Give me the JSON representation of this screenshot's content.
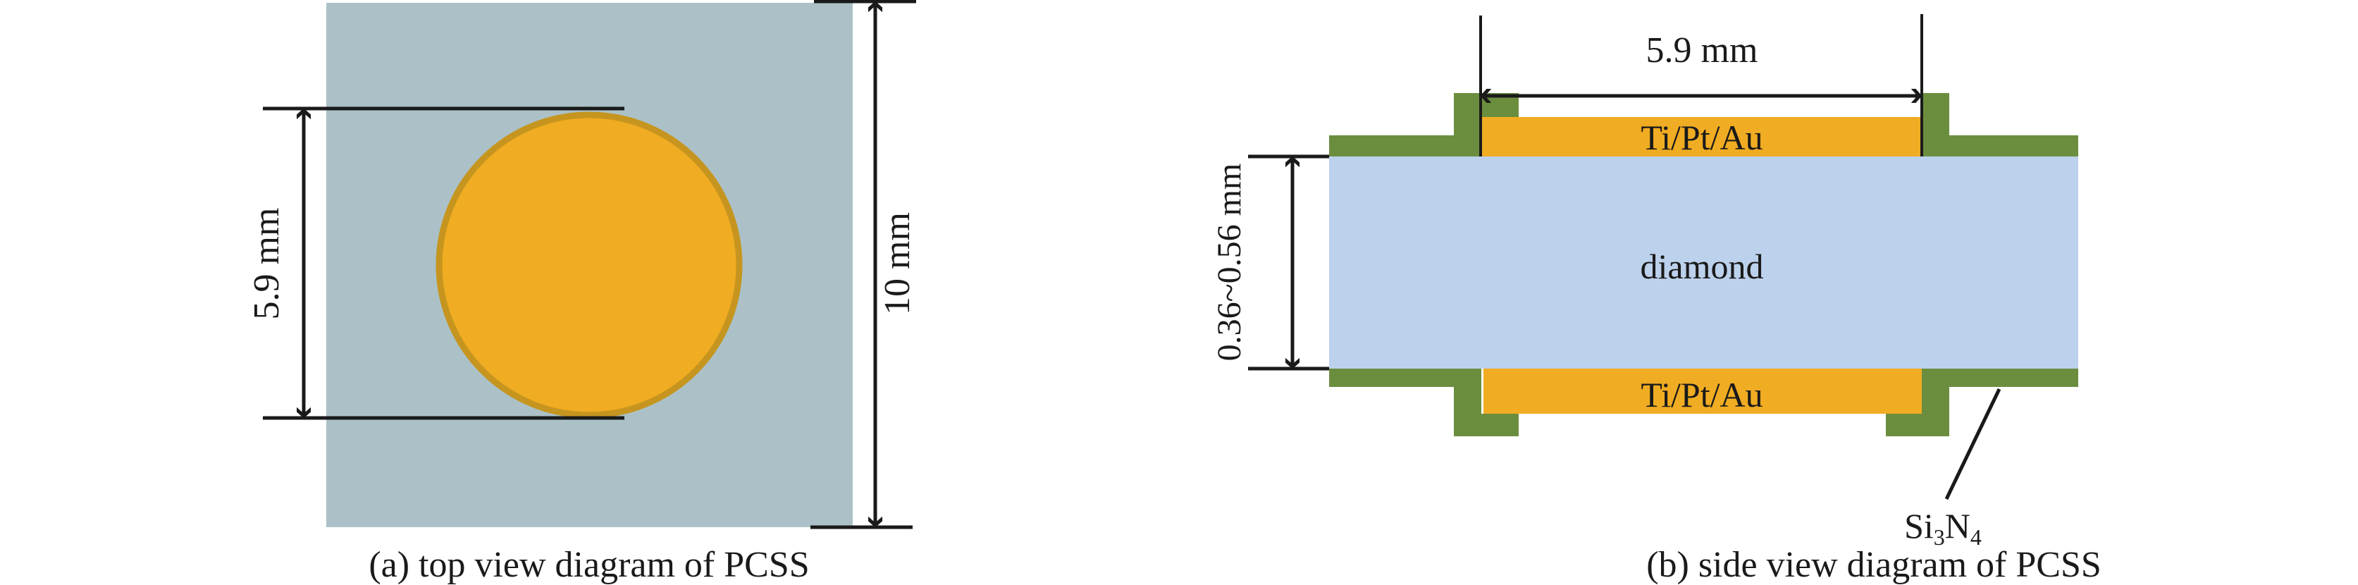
{
  "panel_a": {
    "dimension_circle": "5.9 mm",
    "dimension_substrate": "10 mm",
    "caption": "(a) top view diagram of PCSS"
  },
  "panel_b": {
    "dimension_electrode": "5.9 mm",
    "dimension_thickness": "0.36~0.56 mm",
    "top_electrode_label": "Ti/Pt/Au",
    "bottom_electrode_label": "Ti/Pt/Au",
    "substrate_label": "diamond",
    "passivation_label": {
      "main": "Si",
      "sub1": "3",
      "mid": "N",
      "sub2": "4"
    },
    "caption": "(b) side view diagram of PCSS"
  },
  "colors": {
    "substrate_top": "#abc1c7",
    "electrode": "#f0ac22",
    "electrode_edge": "#c6951f",
    "passivation": "#6b8e3e",
    "diamond": "#bcd1eb"
  }
}
